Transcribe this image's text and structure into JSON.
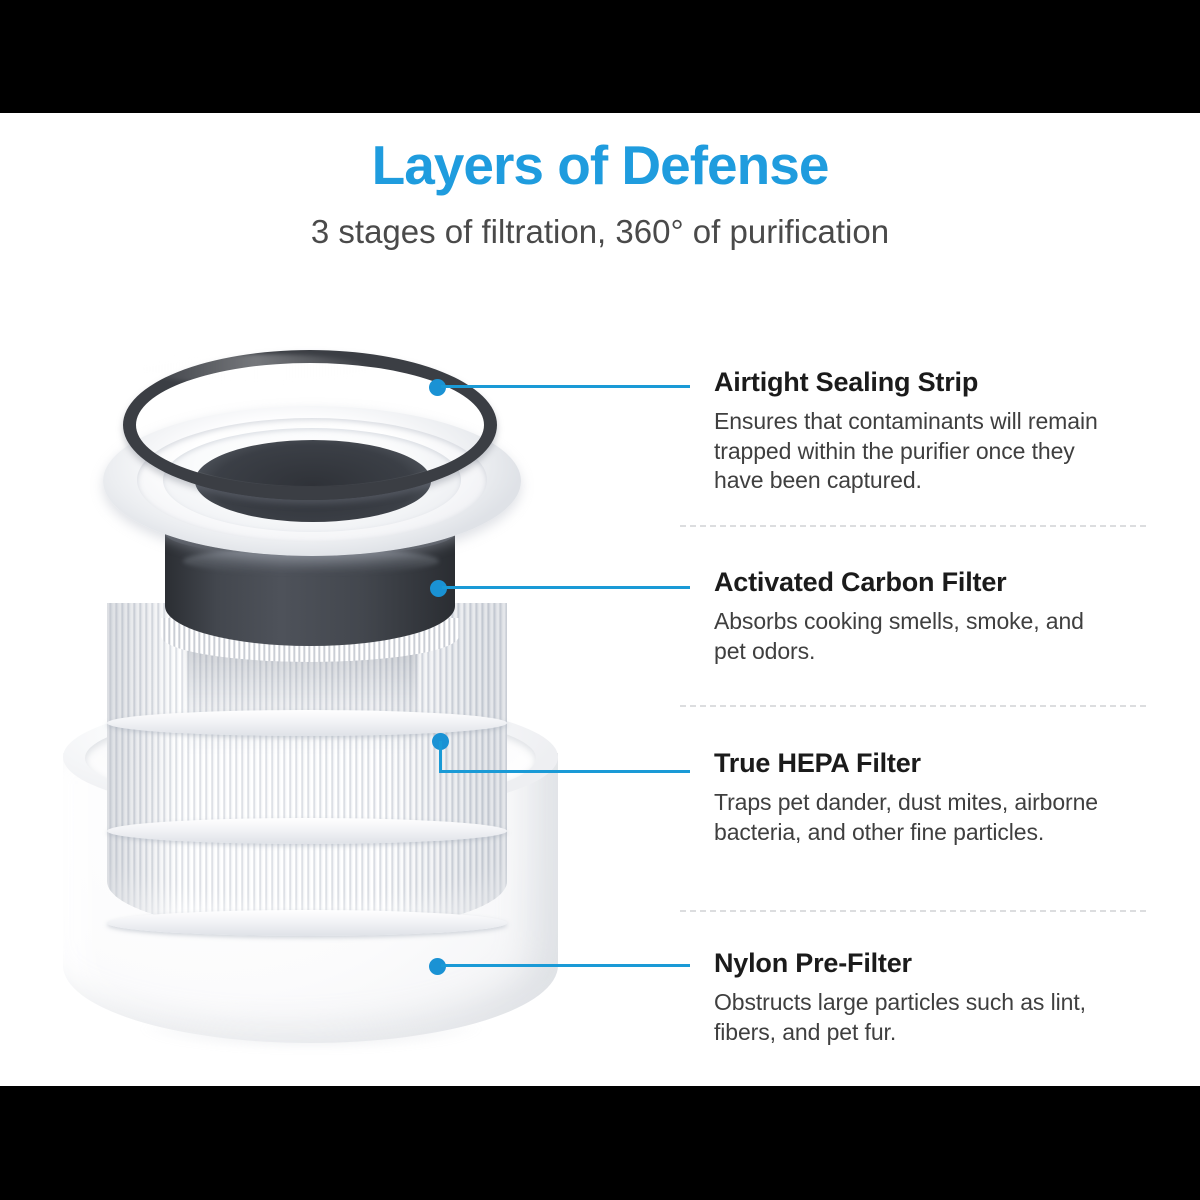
{
  "header": {
    "title": "Layers of Defense",
    "subtitle": "3 stages of filtration, 360° of purification",
    "title_color": "#1f9cde",
    "subtitle_color": "#4a4a4a"
  },
  "accent_color": "#1a92d4",
  "divider_color": "#dcdddf",
  "letterbox_color": "#000000",
  "product": {
    "name": "air-purifier-filter-cartridge",
    "parts": [
      {
        "name": "sealing-ring",
        "color": "#3b3e44"
      },
      {
        "name": "flange-plate",
        "color": "#ffffff"
      },
      {
        "name": "carbon-band",
        "color": "#43474e"
      },
      {
        "name": "hepa-pleats",
        "color": "#ffffff"
      },
      {
        "name": "prefilter-drum",
        "color": "#f2f3f5"
      }
    ]
  },
  "callouts": [
    {
      "id": "airtight-sealing-strip",
      "title": "Airtight Sealing Strip",
      "body": "Ensures that contaminants will remain trapped within the purifier once they have been captured."
    },
    {
      "id": "activated-carbon-filter",
      "title": "Activated Carbon Filter",
      "body": "Absorbs cooking smells, smoke, and pet odors."
    },
    {
      "id": "true-hepa-filter",
      "title": "True HEPA Filter",
      "body": "Traps pet dander, dust mites, airborne bacteria, and other fine particles."
    },
    {
      "id": "nylon-pre-filter",
      "title": "Nylon Pre-Filter",
      "body": "Obstructs large particles such as lint, fibers, and pet fur."
    }
  ]
}
